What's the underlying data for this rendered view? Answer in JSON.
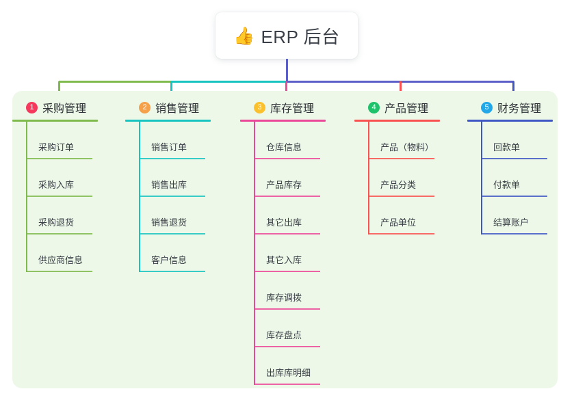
{
  "root": {
    "icon": "thumbs-up-emoji",
    "emoji": "👍",
    "title": "ERP 后台"
  },
  "palette": {
    "background": "#ffffff",
    "panel": "#eef8e9",
    "text": "#3a3f45",
    "title_text": "#3b4048",
    "trunk": "#5b5fc7"
  },
  "columns": [
    {
      "number": "1",
      "title": "采购管理",
      "badge_color": "#f5385c",
      "line_color": "#7fba4c",
      "items": [
        {
          "label": "采购订单"
        },
        {
          "label": "采购入库"
        },
        {
          "label": "采购退货"
        },
        {
          "label": "供应商信息"
        }
      ]
    },
    {
      "number": "2",
      "title": "销售管理",
      "badge_color": "#f5a04a",
      "line_color": "#17c4bf",
      "items": [
        {
          "label": "销售订单"
        },
        {
          "label": "销售出库"
        },
        {
          "label": "销售退货"
        },
        {
          "label": "客户信息"
        }
      ]
    },
    {
      "number": "3",
      "title": "库存管理",
      "badge_color": "#fbc02d",
      "line_color": "#ec4899",
      "items": [
        {
          "label": "仓库信息"
        },
        {
          "label": "产品库存"
        },
        {
          "label": "其它出库"
        },
        {
          "label": "其它入库"
        },
        {
          "label": "库存调拨"
        },
        {
          "label": "库存盘点"
        },
        {
          "label": "出库库明细"
        }
      ]
    },
    {
      "number": "4",
      "title": "产品管理",
      "badge_color": "#1ec26b",
      "line_color": "#f9514f",
      "items": [
        {
          "label": "产品（物料）"
        },
        {
          "label": "产品分类"
        },
        {
          "label": "产品单位"
        }
      ]
    },
    {
      "number": "5",
      "title": "财务管理",
      "badge_color": "#22a7e8",
      "line_color": "#3e57c4",
      "items": [
        {
          "label": "回款单"
        },
        {
          "label": "付款单"
        },
        {
          "label": "结算账户"
        }
      ]
    }
  ]
}
